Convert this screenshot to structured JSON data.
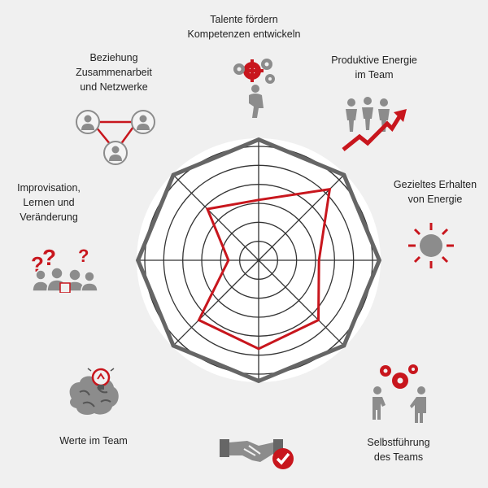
{
  "diagram": {
    "categories": [
      {
        "id": "talente",
        "label": "Talente fördern\nKompetenzen entwickeln",
        "icon": "gears-person-icon"
      },
      {
        "id": "energie",
        "label": "Produktive Energie\nim Team",
        "icon": "team-growth-arrow-icon"
      },
      {
        "id": "erhalten",
        "label": "Gezieltes Erhalten\nvon Energie",
        "icon": "sun-icon"
      },
      {
        "id": "selbst",
        "label": "Selbstführung\ndes Teams",
        "icon": "gears-people-icon"
      },
      {
        "id": "vertrauen",
        "label": "",
        "icon": "handshake-check-icon"
      },
      {
        "id": "werte",
        "label": "Werte im Team",
        "icon": "brain-lightbulb-icon"
      },
      {
        "id": "improvisation",
        "label": "Improvisation,\nLernen und\nVeränderung",
        "icon": "question-people-icon"
      },
      {
        "id": "beziehung",
        "label": "Beziehung\nZusammenarbeit\nund Netzwerke",
        "icon": "network-people-icon"
      }
    ]
  },
  "chart_data": {
    "type": "radar",
    "rings": 6,
    "max": 6,
    "axes": [
      "Talente fördern Kompetenzen entwickeln",
      "Produktive Energie im Team",
      "Gezieltes Erhalten von Energie",
      "Selbstführung des Teams",
      "",
      "Werte im Team",
      "Improvisation, Lernen und Veränderung",
      "Beziehung Zusammenarbeit und Netzwerke"
    ],
    "series": [
      {
        "values": [
          6,
          6,
          6,
          6,
          6,
          6,
          6,
          6
        ],
        "color": "#666666"
      },
      {
        "values": [
          3,
          5,
          3,
          4.2,
          4.4,
          4.2,
          1.5,
          3.6
        ],
        "color": "#c8161d"
      }
    ]
  },
  "colors": {
    "accent": "#c8161d",
    "gray": "#8c8c8c",
    "dark": "#555555"
  }
}
